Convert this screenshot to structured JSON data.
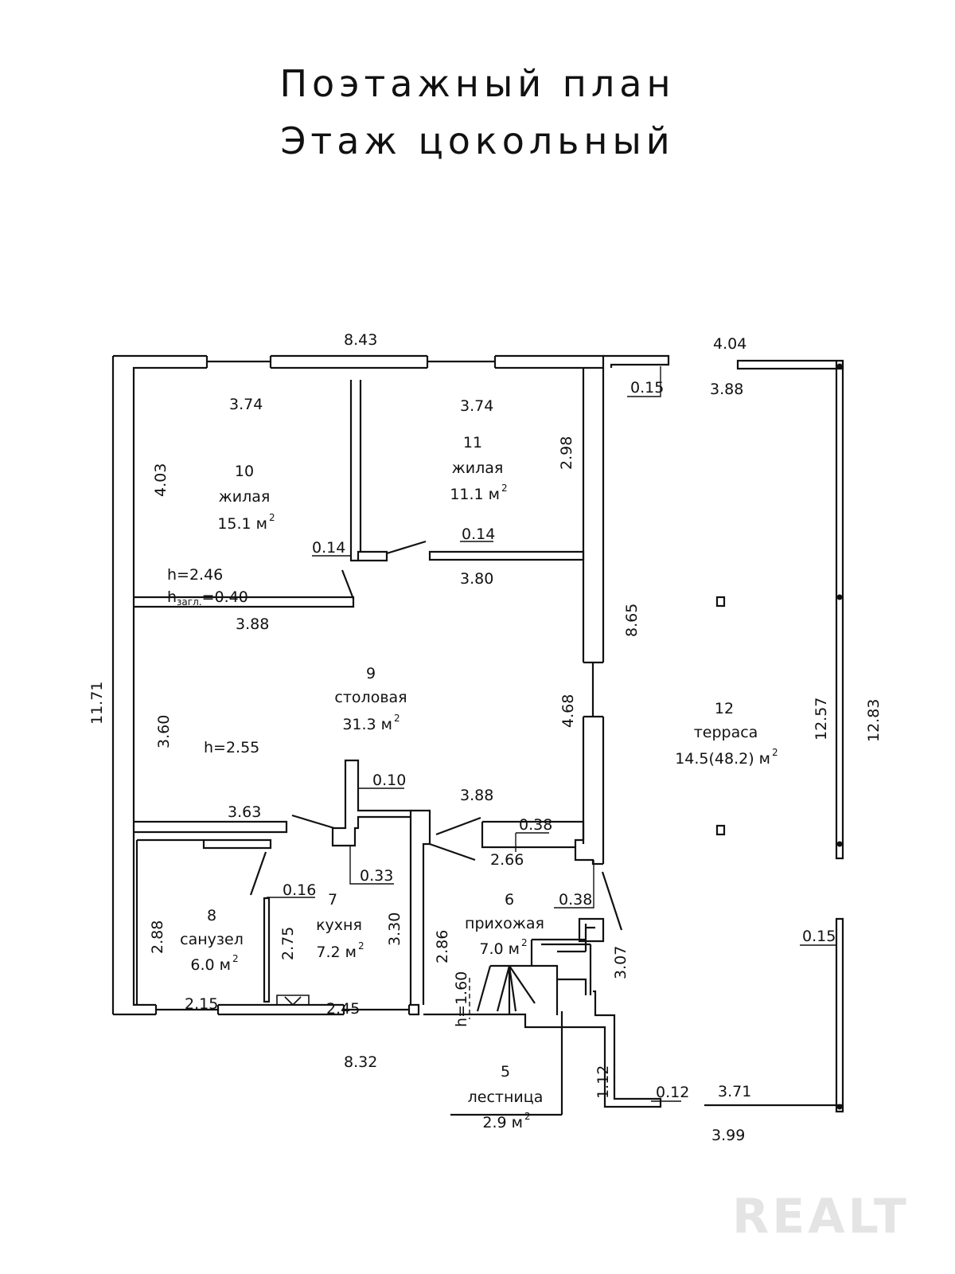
{
  "title": {
    "line1": "Поэтажный план",
    "line2": "Этаж цокольный"
  },
  "rooms": {
    "r10": {
      "num": "10",
      "name": "жилая",
      "area": "15.1 м",
      "sup": "2",
      "h": "h=2.46",
      "hz_pre": "h",
      "hz_sub": "загл.",
      "hz_post": "=0.40"
    },
    "r11": {
      "num": "11",
      "name": "жилая",
      "area": "11.1 м",
      "sup": "2"
    },
    "r9": {
      "num": "9",
      "name": "столовая",
      "area": "31.3 м",
      "sup": "2",
      "h": "h=2.55"
    },
    "r12": {
      "num": "12",
      "name": "терраса",
      "area": "14.5(48.2) м",
      "sup": "2"
    },
    "r8": {
      "num": "8",
      "name": "санузел",
      "area": "6.0 м",
      "sup": "2"
    },
    "r7": {
      "num": "7",
      "name": "кухня",
      "area": "7.2 м",
      "sup": "2"
    },
    "r6": {
      "num": "6",
      "name": "прихожая",
      "area": "7.0 м",
      "sup": "2"
    },
    "r5": {
      "num": "5",
      "name": "лестница",
      "area": "2.9 м",
      "sup": "2"
    }
  },
  "dimensions": {
    "top_total": "8.43",
    "r10_width": "3.74",
    "r11_width": "3.74",
    "r10_depth": "4.03",
    "r11_depth": "2.98",
    "wall_014_left": "0.14",
    "wall_014_right": "0.14",
    "r11_bottom": "3.80",
    "r10_bottom": "3.88",
    "right_865": "8.65",
    "left_total": "11.71",
    "r9_left": "3.60",
    "r9_right": "4.68",
    "wall_010": "0.10",
    "r9_bottom_left": "3.63",
    "r9_bottom_right": "3.88",
    "wall_038_a": "0.38",
    "wall_033": "0.33",
    "wall_266": "2.66",
    "wall_038_b": "0.38",
    "wall_016": "0.16",
    "r8_height": "2.88",
    "r7_height": "2.75",
    "r7_right": "3.30",
    "r6_height": "2.86",
    "stair_h": "h=1.60",
    "entry_307": "3.07",
    "r8_width": "2.15",
    "r7_width": "2.45",
    "bottom_total": "8.32",
    "step_112": "1.12",
    "step_012": "0.12",
    "ter_top_404": "4.04",
    "ter_wall_015_top": "0.15",
    "ter_388": "3.88",
    "ter_257": "12.57",
    "ter_283": "12.83",
    "ter_wall_015_right": "0.15",
    "ter_371": "3.71",
    "ter_399": "3.99"
  },
  "watermark": "REALT"
}
